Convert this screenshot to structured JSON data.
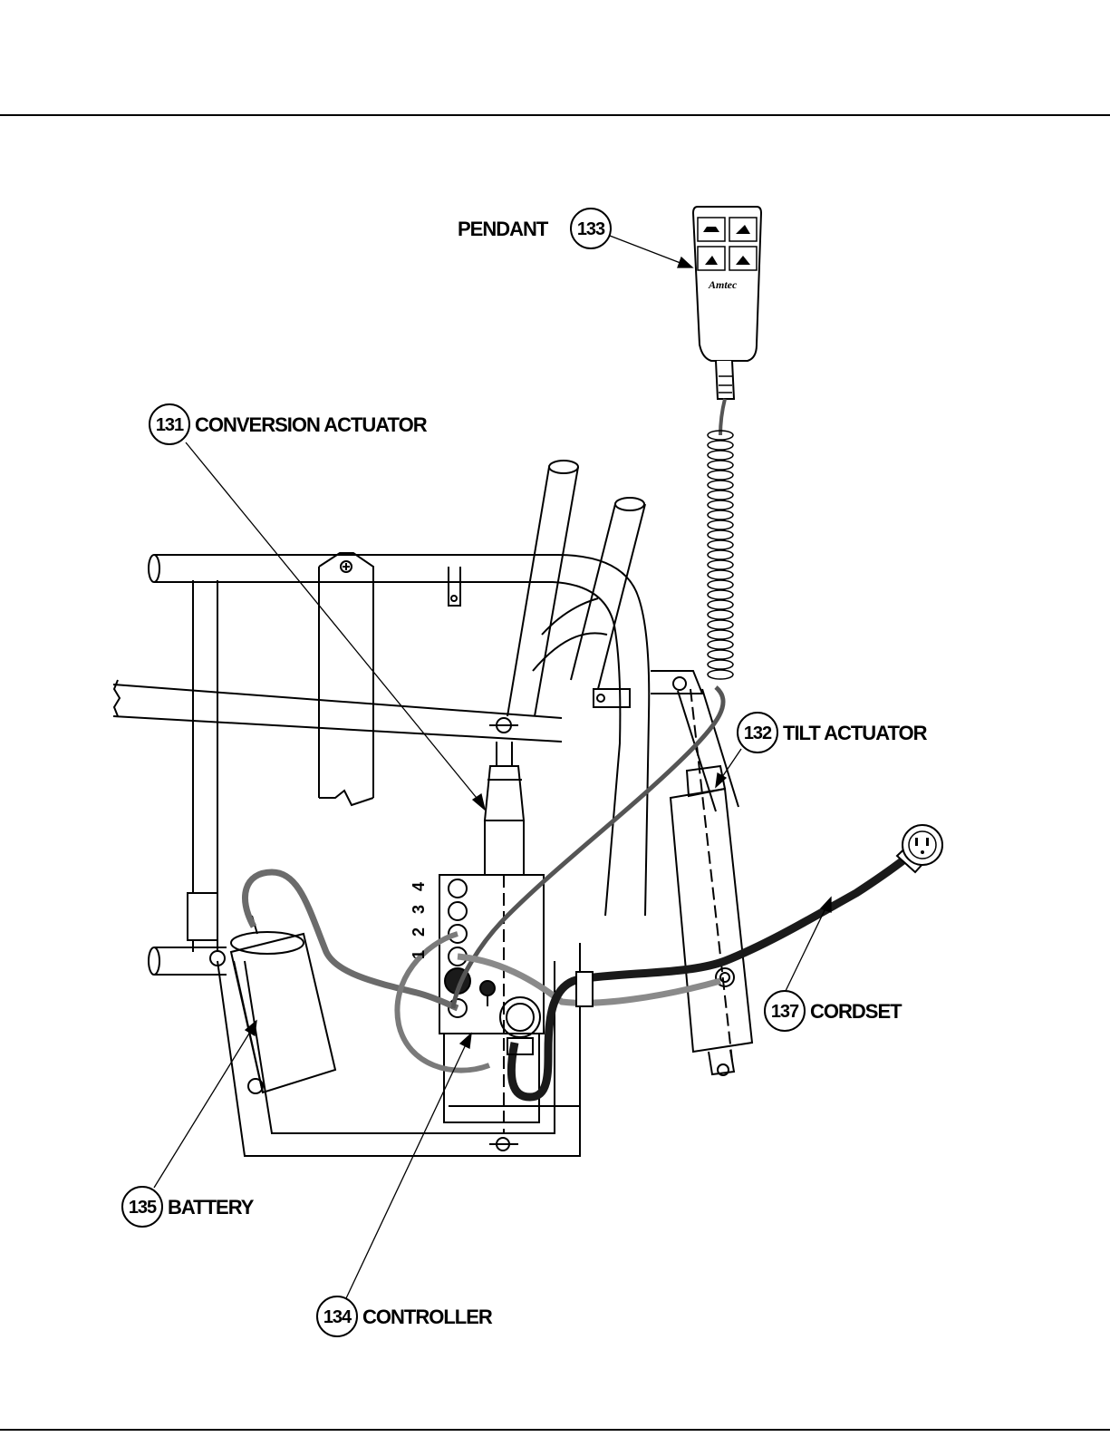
{
  "callouts": [
    {
      "id": "pendant",
      "number": "133",
      "label": "PENDANT"
    },
    {
      "id": "conversion-actuator",
      "number": "131",
      "label": "CONVERSION ACTUATOR"
    },
    {
      "id": "tilt-actuator",
      "number": "132",
      "label": "TILT ACTUATOR"
    },
    {
      "id": "cordset",
      "number": "137",
      "label": "CORDSET"
    },
    {
      "id": "battery",
      "number": "135",
      "label": "BATTERY"
    },
    {
      "id": "controller",
      "number": "134",
      "label": "CONTROLLER"
    }
  ],
  "controller_ports": [
    "1",
    "2",
    "3",
    "4"
  ],
  "pendant_logo": "Amtec",
  "colors": {
    "line": "#000000",
    "cable_gray": "#6b6b6b",
    "cable_dark": "#1a1a1a",
    "background": "#ffffff"
  }
}
